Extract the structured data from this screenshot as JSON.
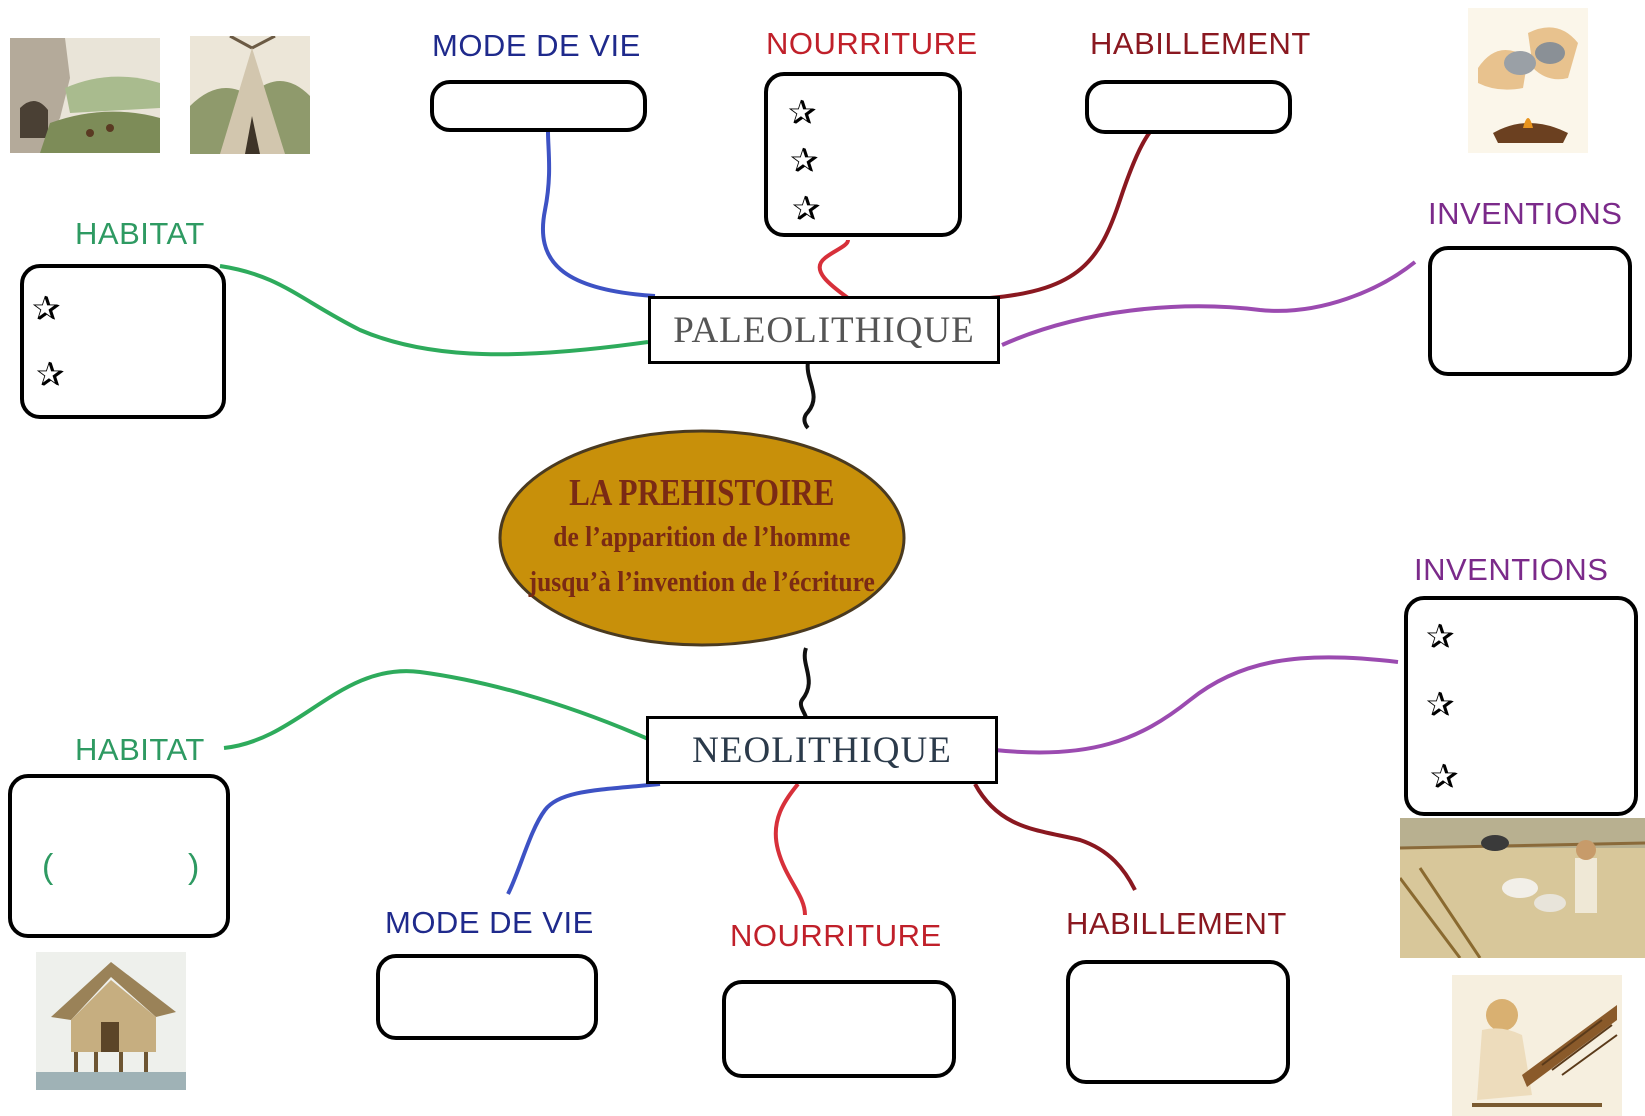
{
  "center": {
    "title": "LA PREHISTOIRE",
    "line1": "de l’apparition de l’homme",
    "line2": "jusqu’à l’invention de l’écriture"
  },
  "paleo": {
    "label": "PALEOLITHIQUE",
    "mode_de_vie": "MODE DE VIE",
    "nourriture": "NOURRITURE",
    "habillement": "HABILLEMENT",
    "habitat": "HABITAT",
    "inventions": "INVENTIONS"
  },
  "neo": {
    "label": "NEOLITHIQUE",
    "mode_de_vie": "MODE DE VIE",
    "nourriture": "NOURRITURE",
    "habillement": "HABILLEMENT",
    "habitat": "HABITAT",
    "inventions": "INVENTIONS",
    "habitat_open": "(",
    "habitat_close": ")"
  },
  "star_glyph": "✰",
  "colors": {
    "mode_de_vie": "#3d52c4",
    "nourriture": "#d7303a",
    "habillement": "#8a1820",
    "habitat": "#2eab5c",
    "inventions": "#9b4bb0",
    "ellipse_fill": "#c8900a"
  },
  "images": [
    "cave-landscape-illustration",
    "tipi-hut-illustration",
    "fire-making-illustration",
    "stilt-house-illustration",
    "farming-herding-illustration",
    "weaving-loom-illustration"
  ]
}
